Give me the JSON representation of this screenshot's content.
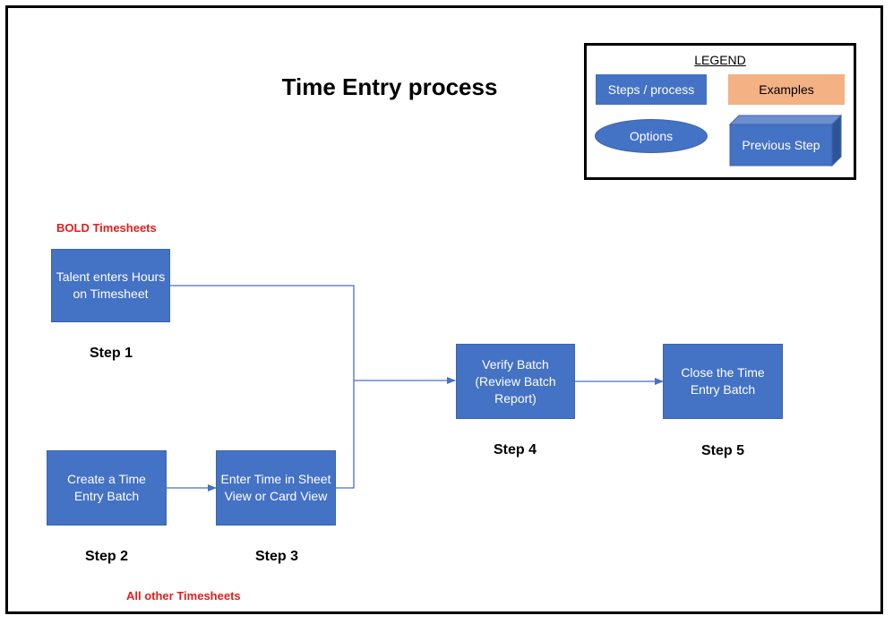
{
  "title": "Time Entry process",
  "legend": {
    "title": "LEGEND",
    "steps_process": "Steps / process",
    "examples": "Examples",
    "options": "Options",
    "previous_step": "Previous Step"
  },
  "notes": {
    "bold_timesheets": "BOLD Timesheets",
    "all_other_timesheets": "All other Timesheets"
  },
  "boxes": {
    "talent": "Talent enters Hours on Timesheet",
    "create_batch": "Create a Time Entry Batch",
    "enter_time": "Enter Time in Sheet View or Card View",
    "verify": "Verify Batch (Review Batch Report)",
    "close": "Close the Time Entry Batch"
  },
  "steps": {
    "s1": "Step 1",
    "s2": "Step 2",
    "s3": "Step 3",
    "s4": "Step 4",
    "s5": "Step 5"
  },
  "colors": {
    "process_blue": "#4472c4",
    "example_orange": "#f4b183",
    "note_red": "#e0201c"
  }
}
